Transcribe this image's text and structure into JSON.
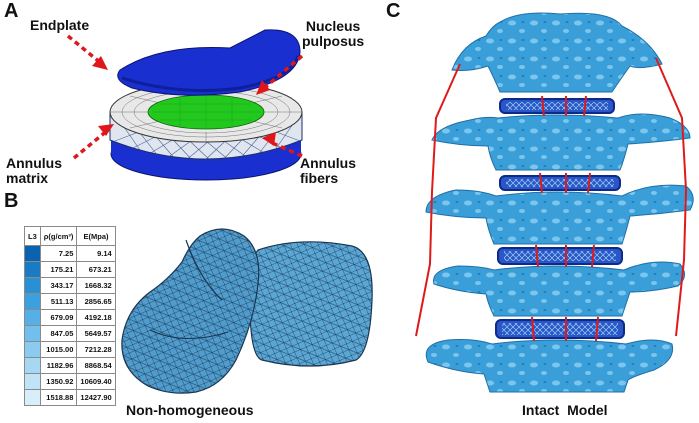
{
  "panels": {
    "a": {
      "letter": "A",
      "labels": {
        "endplate": "Endplate",
        "nucleus": "Nucleus\npulposus",
        "annulus_matrix": "Annulus\nmatrix",
        "annulus_fibers": "Annulus\nfibers"
      }
    },
    "b": {
      "letter": "B",
      "caption": "Non-homogeneous",
      "table": {
        "headers": [
          "L3",
          "ρ(g/cm³)",
          "E(Mpa)"
        ],
        "rows": [
          {
            "color": "#0a63ae",
            "rho": "7.25",
            "e": "9.14"
          },
          {
            "color": "#1a7bc4",
            "rho": "175.21",
            "e": "673.21"
          },
          {
            "color": "#2b8fd4",
            "rho": "343.17",
            "e": "1668.32"
          },
          {
            "color": "#3c9fde",
            "rho": "511.13",
            "e": "2856.65"
          },
          {
            "color": "#56b0e6",
            "rho": "679.09",
            "e": "4192.18"
          },
          {
            "color": "#71bfec",
            "rho": "847.05",
            "e": "5649.57"
          },
          {
            "color": "#8ccbf0",
            "rho": "1015.00",
            "e": "7212.28"
          },
          {
            "color": "#a6d8f4",
            "rho": "1182.96",
            "e": "8868.54"
          },
          {
            "color": "#bfe3f7",
            "rho": "1350.92",
            "e": "10609.40"
          },
          {
            "color": "#d9eefa",
            "rho": "1518.88",
            "e": "12427.90"
          }
        ]
      }
    },
    "c": {
      "letter": "C",
      "caption": "Intact  Model"
    }
  },
  "colors": {
    "endplate": "#1a2fd0",
    "nucleus": "#22c81e",
    "annulus": "#e8e8e8",
    "arrow": "#e0161a",
    "bone": "#3a9fd8",
    "bone_light": "#7cc6ee",
    "ligament": "#e01a1a"
  }
}
